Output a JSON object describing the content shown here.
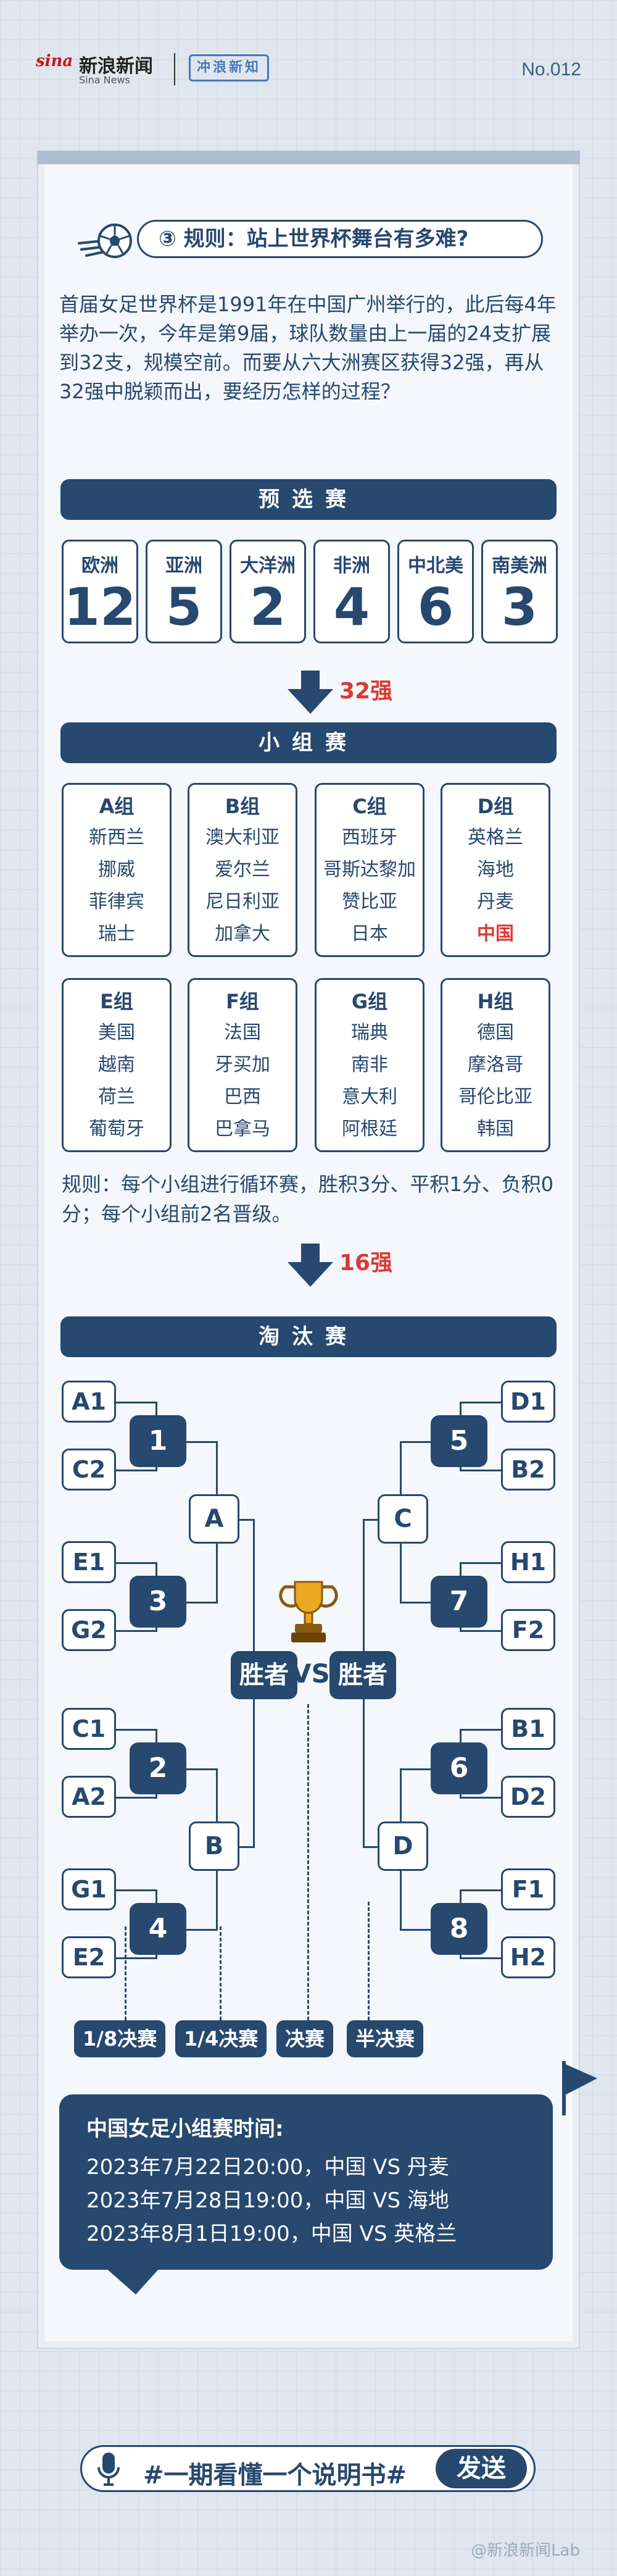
{
  "header": {
    "logo_text": "sina",
    "brand_cn": "新浪新闻",
    "brand_en": "Sina News",
    "badge": "冲浪新知",
    "issue_no": "No.012"
  },
  "section_title": "③ 规则：站上世界杯舞台有多难?",
  "intro": "首届女足世界杯是1991年在中国广州举行的，此后每4年举办一次，今年是第9届，球队数量由上一届的24支扩展到32支，规模空前。而要从六大洲赛区获得32强，再从32强中脱颖而出，要经历怎样的过程？",
  "qualifiers": {
    "title": "预选赛",
    "regions": [
      {
        "name": "欧洲",
        "value": "12"
      },
      {
        "name": "亚洲",
        "value": "5"
      },
      {
        "name": "大洋洲",
        "value": "2"
      },
      {
        "name": "非洲",
        "value": "4"
      },
      {
        "name": "中北美",
        "value": "6"
      },
      {
        "name": "南美洲",
        "value": "3"
      }
    ],
    "arrow_label": "32强"
  },
  "groups": {
    "title": "小组赛",
    "list": [
      {
        "name": "A组",
        "teams": [
          "新西兰",
          "挪威",
          "菲律宾",
          "瑞士"
        ]
      },
      {
        "name": "B组",
        "teams": [
          "澳大利亚",
          "爱尔兰",
          "尼日利亚",
          "加拿大"
        ]
      },
      {
        "name": "C组",
        "teams": [
          "西班牙",
          "哥斯达黎加",
          "赞比亚",
          "日本"
        ]
      },
      {
        "name": "D组",
        "teams": [
          "英格兰",
          "海地",
          "丹麦",
          "中国"
        ]
      },
      {
        "name": "E组",
        "teams": [
          "美国",
          "越南",
          "荷兰",
          "葡萄牙"
        ]
      },
      {
        "name": "F组",
        "teams": [
          "法国",
          "牙买加",
          "巴西",
          "巴拿马"
        ]
      },
      {
        "name": "G组",
        "teams": [
          "瑞典",
          "南非",
          "意大利",
          "阿根廷"
        ]
      },
      {
        "name": "H组",
        "teams": [
          "德国",
          "摩洛哥",
          "哥伦比亚",
          "韩国"
        ]
      }
    ],
    "highlight_color": "#d93a33",
    "rule": "规则：每个小组进行循环赛，胜积3分、平积1分、负积0分；每个小组前2名晋级。",
    "arrow_label": "16强"
  },
  "knockout": {
    "title": "淘汰赛",
    "left_seeds": [
      "A1",
      "C2",
      "E1",
      "G2",
      "C1",
      "A2",
      "G1",
      "E2"
    ],
    "right_seeds": [
      "D1",
      "B2",
      "H1",
      "F2",
      "B1",
      "D2",
      "F1",
      "H2"
    ],
    "left_r16": [
      "1",
      "3",
      "2",
      "4"
    ],
    "right_r16": [
      "5",
      "7",
      "6",
      "8"
    ],
    "left_qf": [
      "A",
      "B"
    ],
    "right_qf": [
      "C",
      "D"
    ],
    "final_left": "胜者",
    "final_right": "胜者",
    "vs": "VS",
    "round_labels": [
      "1/8决赛",
      "1/4决赛",
      "决赛",
      "半决赛"
    ]
  },
  "schedule": {
    "title": "中国女足小组赛时间:",
    "matches": [
      "2023年7月22日20:00，中国 VS 丹麦",
      "2023年7月28日19:00，中国 VS 海地",
      "2023年8月1日19:00，中国 VS 英格兰"
    ]
  },
  "footer": {
    "hashtag": "#一期看懂一个说明书#",
    "send_button": "发送"
  },
  "watermark": "@新浪新闻Lab",
  "colors": {
    "primary": "#27486f",
    "accent_red": "#d93a33",
    "background": "#dfe6ee"
  }
}
